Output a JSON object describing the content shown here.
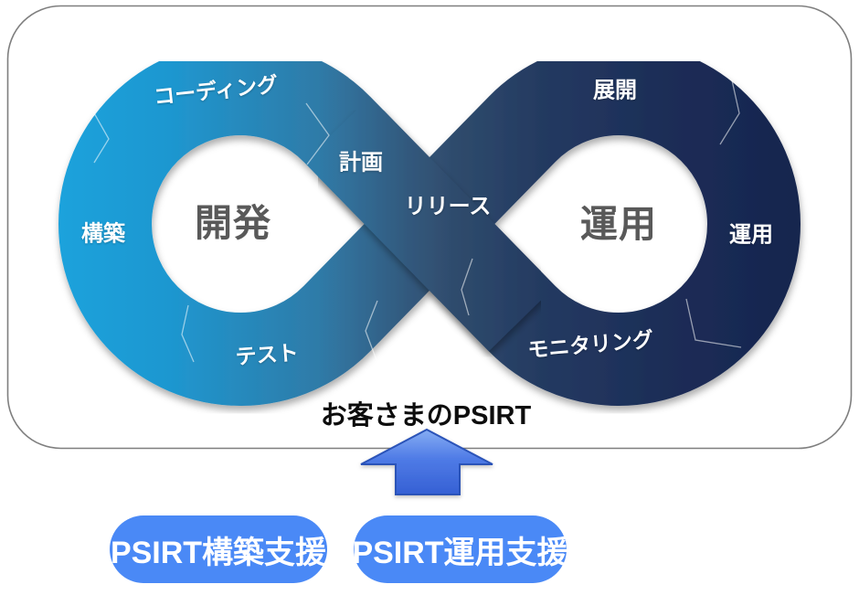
{
  "diagram": {
    "dev_loop": {
      "hub_label": "開発",
      "segments": [
        "コーディング",
        "計画",
        "構築",
        "テスト"
      ]
    },
    "ops_loop": {
      "hub_label": "運用",
      "segments": [
        "展開",
        "運用",
        "モニタリング"
      ]
    },
    "crossing_label": "リリース"
  },
  "caption": {
    "text": "お客さまのPSIRT"
  },
  "buttons": [
    {
      "label": "PSIRT構築支援"
    },
    {
      "label": "PSIRT運用支援"
    }
  ],
  "colors": {
    "loop_gradient": [
      "#1CA2DC",
      "#1E97D0",
      "#2F7BA8",
      "#33597D",
      "#2F4C6D",
      "#243A61",
      "#1C2D57",
      "#16254E"
    ],
    "arrow_gradient": [
      "#86ADF3",
      "#4F7BE6",
      "#3560D4"
    ],
    "arrow_border": "#2A52B8",
    "hub_text": "#595959",
    "band_text": "#FFFFFF",
    "caption_text": "#0D0D0D",
    "button_bg": "#4A89F6",
    "button_text": "#FFFFFF",
    "frame_border": "#7F7F7F",
    "background": "#FFFFFF"
  }
}
